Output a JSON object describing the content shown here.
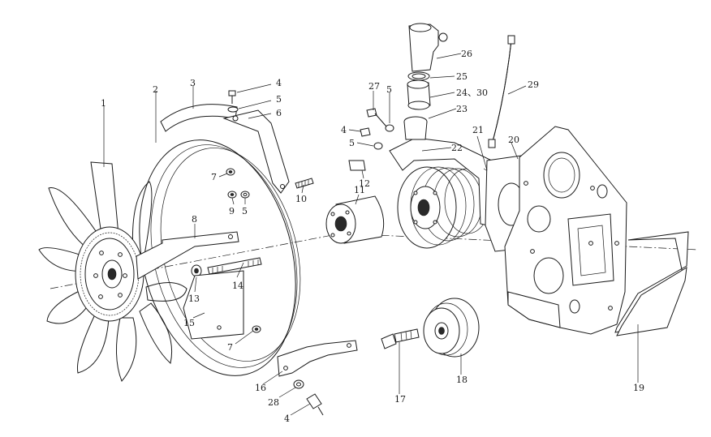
{
  "callouts": [
    {
      "id": "c1",
      "text": "1"
    },
    {
      "id": "c2",
      "text": "2"
    },
    {
      "id": "c3",
      "text": "3"
    },
    {
      "id": "c4a",
      "text": "4"
    },
    {
      "id": "c5a",
      "text": "5"
    },
    {
      "id": "c6",
      "text": "6"
    },
    {
      "id": "c7a",
      "text": "7"
    },
    {
      "id": "c9",
      "text": "9"
    },
    {
      "id": "c5b",
      "text": "5"
    },
    {
      "id": "c10",
      "text": "10"
    },
    {
      "id": "c8",
      "text": "8"
    },
    {
      "id": "c11",
      "text": "11"
    },
    {
      "id": "c12",
      "text": "12"
    },
    {
      "id": "c13",
      "text": "13"
    },
    {
      "id": "c14",
      "text": "14"
    },
    {
      "id": "c15",
      "text": "15"
    },
    {
      "id": "c7b",
      "text": "7"
    },
    {
      "id": "c16",
      "text": "16"
    },
    {
      "id": "c28",
      "text": "28"
    },
    {
      "id": "c4b",
      "text": "4"
    },
    {
      "id": "c17",
      "text": "17"
    },
    {
      "id": "c18",
      "text": "18"
    },
    {
      "id": "c19",
      "text": "19"
    },
    {
      "id": "c20",
      "text": "20"
    },
    {
      "id": "c21",
      "text": "21"
    },
    {
      "id": "c22",
      "text": "22"
    },
    {
      "id": "c23",
      "text": "23"
    },
    {
      "id": "c24",
      "text": "24、30"
    },
    {
      "id": "c25",
      "text": "25"
    },
    {
      "id": "c26",
      "text": "26"
    },
    {
      "id": "c27",
      "text": "27"
    },
    {
      "id": "c5c",
      "text": "5"
    },
    {
      "id": "c4c",
      "text": "4"
    },
    {
      "id": "c5d",
      "text": "5"
    },
    {
      "id": "c29",
      "text": "29"
    }
  ]
}
